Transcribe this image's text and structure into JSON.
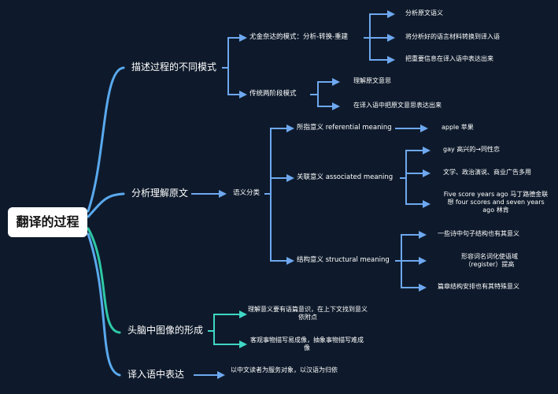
{
  "root": "翻译的过程",
  "branches": [
    {
      "label": "描述过程的不同模式",
      "children": [
        {
          "label": "尤金奈达的模式：分析-转换-重建",
          "children": [
            "分析原文语义",
            "将分析好的语言材料转换到译入语",
            "把重要信息在译入语中表达出来"
          ]
        },
        {
          "label": "传统两阶段模式",
          "children": [
            "理解原文意思",
            "在译入语中把原文意思表达出来"
          ]
        }
      ]
    },
    {
      "label": "分析理解原文",
      "children": [
        {
          "label": "语义分类",
          "children": [
            {
              "label": "所指意义 referential meaning",
              "children": [
                "apple 苹果"
              ]
            },
            {
              "label": "关联意义 associated meaning",
              "children": [
                "gay 高兴的→同性恋",
                "文学、政治演说、商业广告多用",
                "Five score years ago 马丁路德金联想 four scores and seven years ago 林肯"
              ]
            },
            {
              "label": "结构意义 structural meaning",
              "children": [
                "一些诗中句子结构也有其意义",
                "形容词名词化使语域（register）提高",
                "篇章结构安排也有其特殊意义"
              ]
            }
          ]
        }
      ]
    },
    {
      "label": "头脑中图像的形成",
      "children": [
        "理解意义要有语篇意识，在上下文找到意义依附点",
        "客观事物描写易成像，抽象事物描写难成像"
      ]
    },
    {
      "label": "译入语中表达",
      "children": [
        "以中文读者为服务对象，以汉语为归依"
      ]
    }
  ],
  "colors": {
    "background": "#0e1a2b",
    "root_fill": "#ffffff",
    "branch_blue": "#5aa9ee",
    "branch_green": "#2ec8a6",
    "connector_blue": "#6ea8f0",
    "connector_teal": "#3fd7c5",
    "text": "#ffffff"
  }
}
